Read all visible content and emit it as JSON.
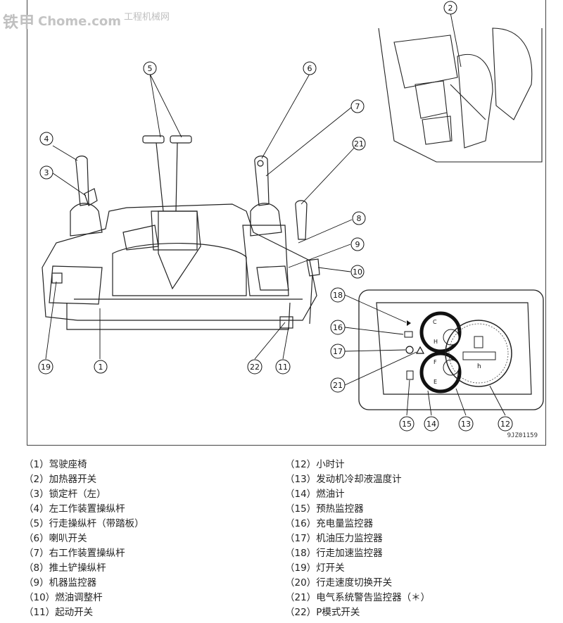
{
  "watermark": {
    "brand": "铁甲",
    "brand_small": "工程机械网",
    "url": "Chome.com"
  },
  "figure_id": "9JZ01159",
  "callouts": [
    "1",
    "2",
    "3",
    "4",
    "5",
    "6",
    "7",
    "8",
    "9",
    "10",
    "11",
    "12",
    "13",
    "14",
    "15",
    "16",
    "17",
    "18",
    "19",
    "21",
    "22"
  ],
  "gauge_symbols": {
    "hour": "h",
    "fuel_e": "E",
    "fuel_f": "F",
    "temp_c": "C",
    "temp_h": "H"
  },
  "legend": {
    "left": [
      {
        "num": "（1）",
        "text": "驾驶座椅"
      },
      {
        "num": "（2）",
        "text": "加热器开关"
      },
      {
        "num": "（3）",
        "text": "锁定杆（左）"
      },
      {
        "num": "（4）",
        "text": "左工作装置操纵杆"
      },
      {
        "num": "（5）",
        "text": "行走操纵杆（带踏板）"
      },
      {
        "num": "（6）",
        "text": "喇叭开关"
      },
      {
        "num": "（7）",
        "text": "右工作装置操纵杆"
      },
      {
        "num": "（8）",
        "text": "推土铲操纵杆"
      },
      {
        "num": "（9）",
        "text": "机器监控器"
      },
      {
        "num": "（10）",
        "text": "燃油调整杆"
      },
      {
        "num": "（11）",
        "text": "起动开关"
      }
    ],
    "right": [
      {
        "num": "（12）",
        "text": "小时计"
      },
      {
        "num": "（13）",
        "text": "发动机冷却液温度计"
      },
      {
        "num": "（14）",
        "text": "燃油计"
      },
      {
        "num": "（15）",
        "text": "预热监控器"
      },
      {
        "num": "（16）",
        "text": "充电量监控器"
      },
      {
        "num": "（17）",
        "text": "机油压力监控器"
      },
      {
        "num": "（18）",
        "text": "行走加速监控器"
      },
      {
        "num": "（19）",
        "text": "灯开关"
      },
      {
        "num": "（20）",
        "text": "行走速度切换开关"
      },
      {
        "num": "（21）",
        "text": "电气系统警告监控器（＊）"
      },
      {
        "num": "（22）",
        "text": "P模式开关"
      }
    ]
  }
}
